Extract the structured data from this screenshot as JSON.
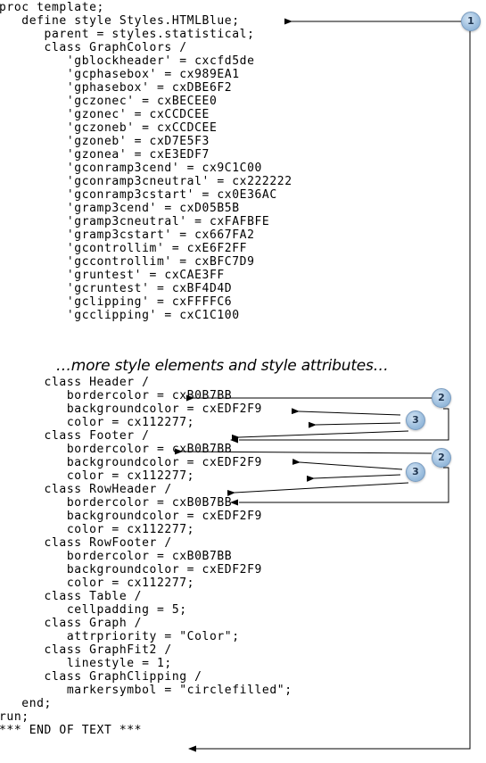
{
  "code_lines": [
    "proc template;",
    "   define style Styles.HTMLBlue;",
    "      parent = styles.statistical;",
    "      class GraphColors /",
    "         'gblockheader' = cxcfd5de",
    "         'gcphasebox' = cx989EA1",
    "         'gphasebox' = cxDBE6F2",
    "         'gczonec' = cxBECEE0",
    "         'gzonec' = cxCCDCEE",
    "         'gczoneb' = cxCCDCEE",
    "         'gzoneb' = cxD7E5F3",
    "         'gzonea' = cxE3EDF7",
    "         'gconramp3cend' = cx9C1C00",
    "         'gconramp3cneutral' = cx222222",
    "         'gconramp3cstart' = cx0E36AC",
    "         'gramp3cend' = cxD05B5B",
    "         'gramp3cneutral' = cxFAFBFE",
    "         'gramp3cstart' = cx667FA2",
    "         'gcontrollim' = cxE6F2FF",
    "         'gccontrollim' = cxBFC7D9",
    "         'gruntest' = cxCAE3FF",
    "         'gcruntest' = cxBF4D4D",
    "         'gclipping' = cxFFFFC6",
    "         'gcclipping' = cxC1C100",
    "",
    "",
    "",
    "",
    "      class Header /",
    "         bordercolor = cxB0B7BB",
    "         backgroundcolor = cxEDF2F9",
    "         color = cx112277;",
    "      class Footer /",
    "         bordercolor = cxB0B7BB",
    "         backgroundcolor = cxEDF2F9",
    "         color = cx112277;",
    "      class RowHeader /",
    "         bordercolor = cxB0B7BB",
    "         backgroundcolor = cxEDF2F9",
    "         color = cx112277;",
    "      class RowFooter /",
    "         bordercolor = cxB0B7BB",
    "         backgroundcolor = cxEDF2F9",
    "         color = cx112277;",
    "      class Table /",
    "         cellpadding = 5;",
    "      class Graph /",
    "         attrpriority = \"Color\";",
    "      class GraphFit2 /",
    "         linestyle = 1;",
    "      class GraphClipping /",
    "         markersymbol = \"circlefilled\";",
    "   end;",
    "run;",
    "*** END OF TEXT ***"
  ],
  "ellipsis_text": "…more style elements and style attributes…",
  "callouts": [
    {
      "label": "1"
    },
    {
      "label": "2"
    },
    {
      "label": "3"
    },
    {
      "label": "2"
    },
    {
      "label": "3"
    }
  ],
  "colors": {
    "text": "#000000",
    "callout_fill": "#9fc0df",
    "arrow": "#000000"
  }
}
